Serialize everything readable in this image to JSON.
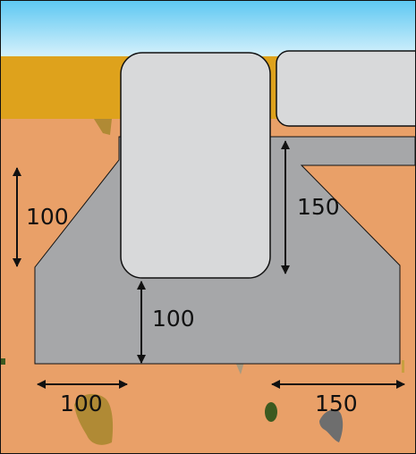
{
  "diagram": {
    "labels": {
      "left_upper": "100",
      "center_lower": "100",
      "right_upper": "150",
      "bottom_left": "100",
      "bottom_right": "150"
    },
    "colors": {
      "sky_top": "#5ec8f2",
      "sky_bottom": "#d9f2fc",
      "subsoil": "#e9a068",
      "topsoil": "#dea21c",
      "concrete": "#a6a7a9",
      "kerb": "#d8d9da",
      "outline": "#111111",
      "stone": "#b08a35",
      "grass": "#3c5a20"
    }
  }
}
